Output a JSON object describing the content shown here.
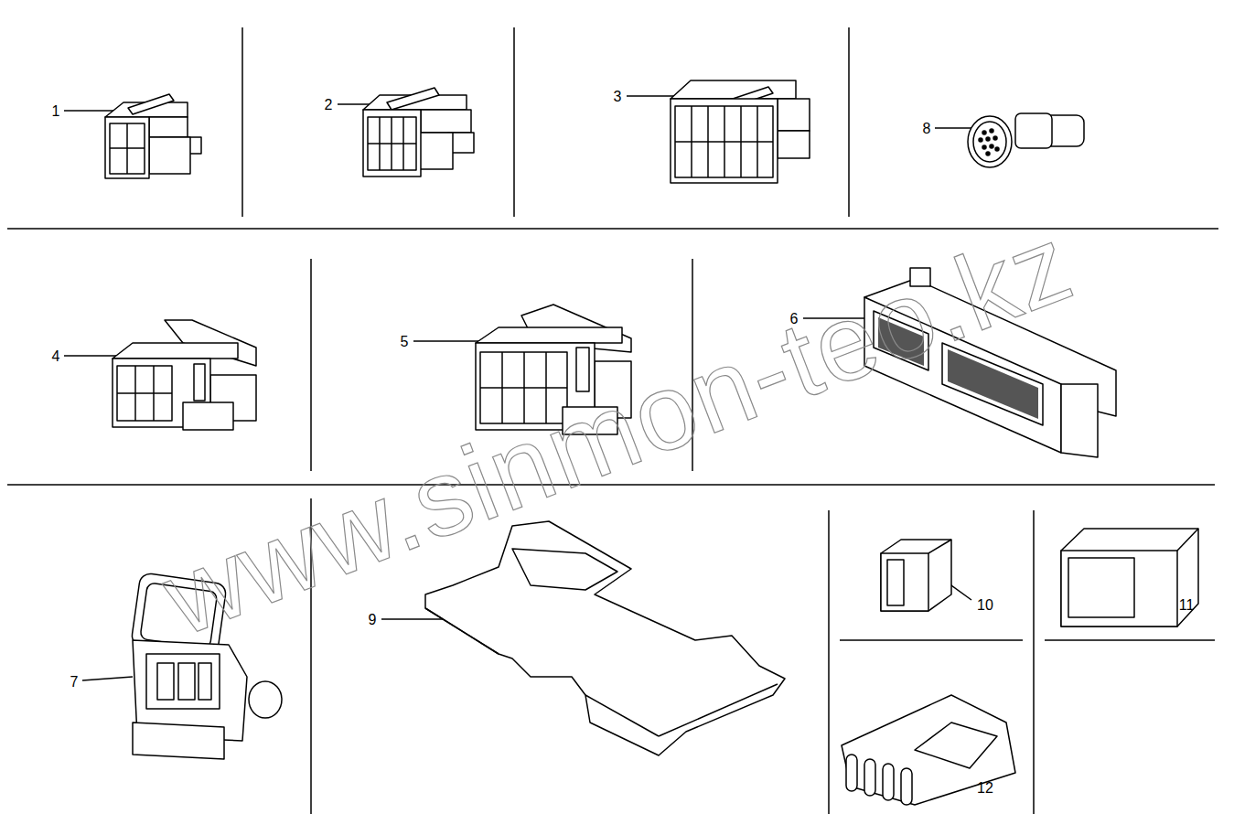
{
  "diagram": {
    "labels": [
      "1",
      "2",
      "3",
      "8",
      "4",
      "5",
      "6",
      "7",
      "9",
      "10",
      "11",
      "12",
      "www.sinmon-teo.kz"
    ]
  }
}
